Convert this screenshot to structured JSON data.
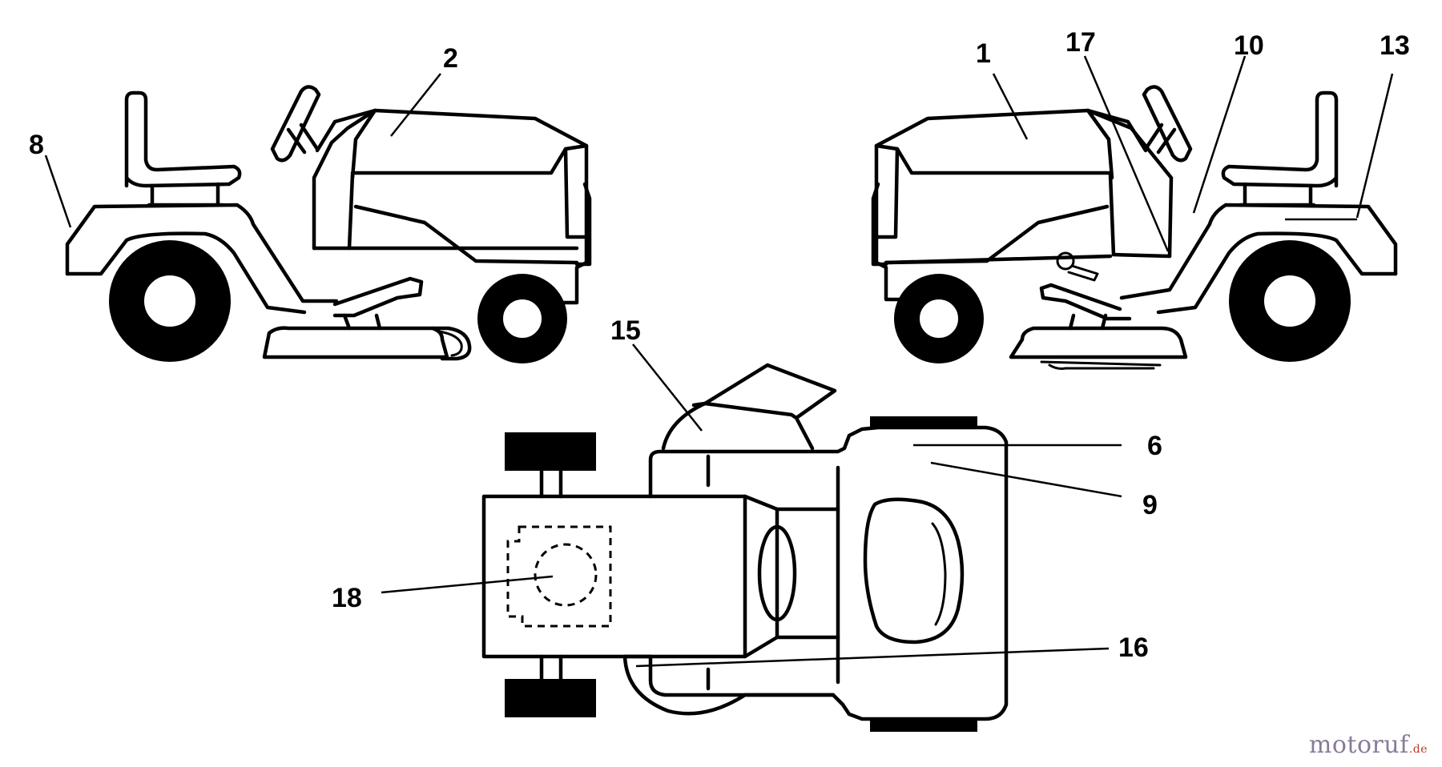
{
  "callouts": {
    "c1": "1",
    "c2": "2",
    "c6": "6",
    "c8": "8",
    "c9": "9",
    "c10": "10",
    "c13": "13",
    "c15": "15",
    "c16": "16",
    "c17": "17",
    "c18": "18"
  },
  "watermark": {
    "main": "motoruf",
    "tld": ".de"
  },
  "colors": {
    "line": "#000000",
    "background": "#ffffff",
    "watermark_main": "#8a7a9a",
    "watermark_tld": "#c0392b"
  }
}
